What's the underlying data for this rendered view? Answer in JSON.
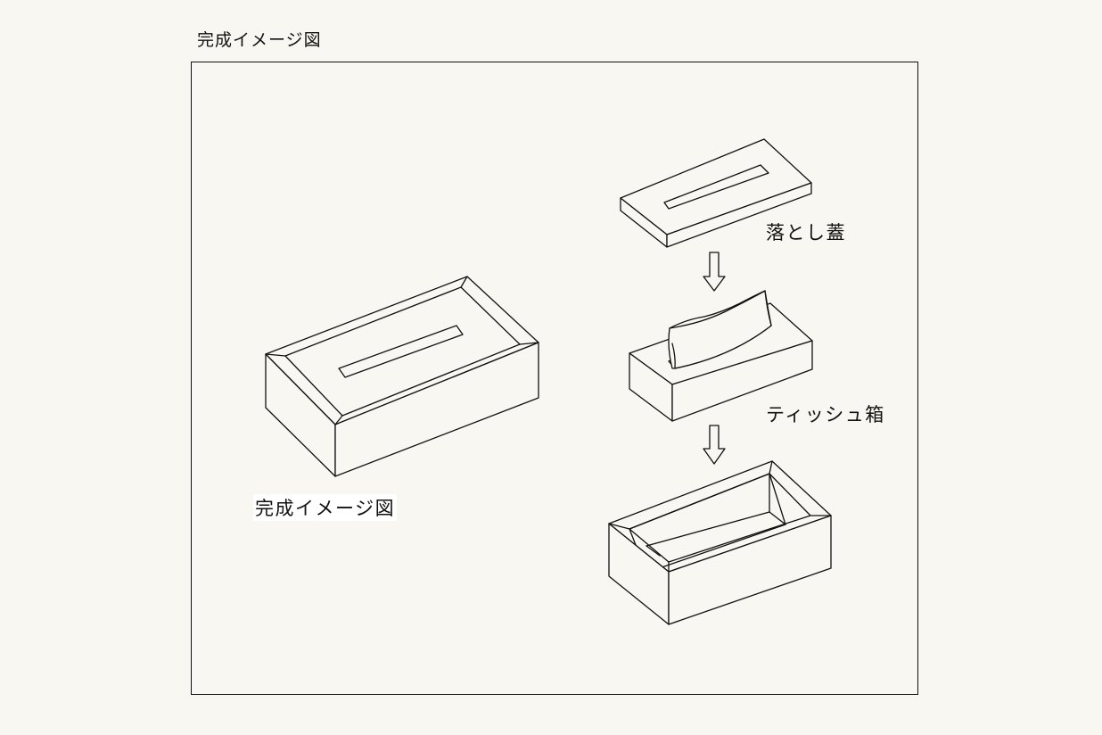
{
  "page_title": "完成イメージ図",
  "labels": {
    "complete_view": "完成イメージ図",
    "drop_lid": "落とし蓋",
    "tissue_box": "ティッシュ箱"
  },
  "colors": {
    "background": "#f8f7f2",
    "line": "#111111"
  }
}
